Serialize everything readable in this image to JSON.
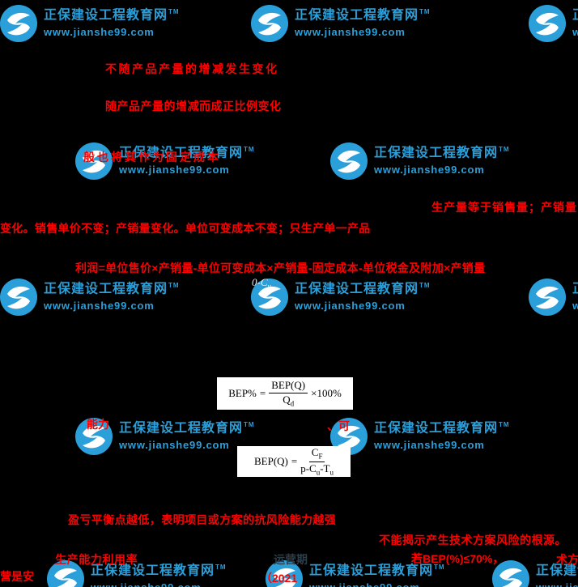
{
  "watermark": {
    "brand": "正保建设工程教育网",
    "tm": "TM",
    "url": "www.jianshe99.com",
    "logo_color": "#2B9FD9"
  },
  "notes": {
    "fixed_cost": "不随产品产量的增减发生变化",
    "variable_cost": "随产品产量的增减而成正比例变化",
    "treated_as_fixed": "般也将其作为固定成本",
    "assumptions_line1": "生产量等于销售量；产销量",
    "assumptions_line2": "变化。销售单价不变；产销量变化。单位可变成本不变；只生产单一产品",
    "profit_formula": "利润=单位售价×产销量-单位可变成本×产销量-固定成本-单位税金及附加×产销量",
    "bep_interpretation": "盈亏平衡点越低，表明项目或方案的抗风险能力越强",
    "bep_limitation": "不能揭示产生技术方案风险的根源。",
    "capacity_utilization": "生产能力利用率",
    "bep_criterion": "若BEP(%)≤70%，",
    "frag_nengli": "能力",
    "frag_ke": "、可",
    "frag_yunyingqi": "运营期",
    "frag_2021": "（2021",
    "frag_yingshian": "营是安",
    "frag_shufang": "术方",
    "frag_formula": {
      "base": "0-C",
      "sub": "u"
    }
  },
  "formulas": {
    "bep_percent": {
      "lhs": "BEP%",
      "eq": "=",
      "numerator": "BEP(Q)",
      "den_base": "Q",
      "den_sub": "d",
      "suffix": "×100%"
    },
    "bep_quantity": {
      "lhs": "BEP(Q)",
      "eq": "=",
      "num_base": "C",
      "num_sub": "F",
      "den_part1": "p-C",
      "den_sub1": "u",
      "den_part2": "-T",
      "den_sub2": "u"
    }
  },
  "colors": {
    "background": "#000000",
    "note_red": "#FF0000",
    "watermark_blue": "#2B9FD9",
    "formula_box_bg": "#FFFFFF"
  }
}
